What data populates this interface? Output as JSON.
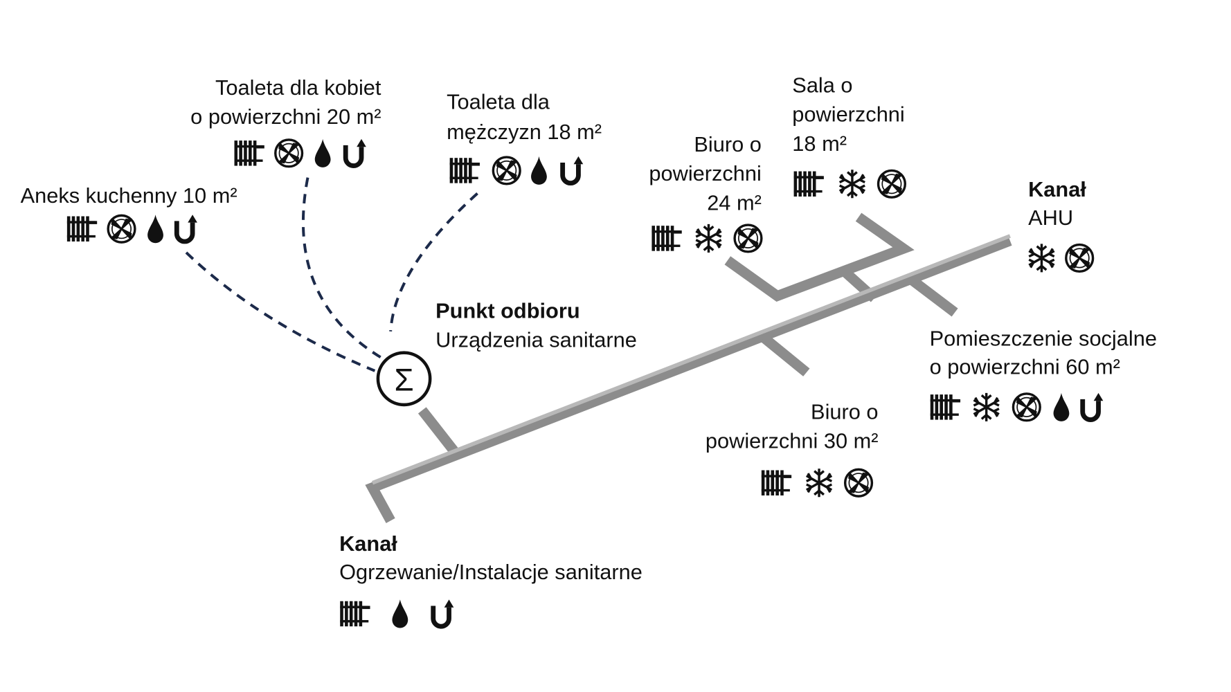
{
  "receiving_point": {
    "title": "Punkt odbioru",
    "subtitle": "Urządzenia sanitarne",
    "symbol": "Σ"
  },
  "channel_heating": {
    "title": "Kanał",
    "subtitle": "Ogrzewanie/Instalacje sanitarne",
    "icons": [
      "radiator-icon",
      "water-drop-icon",
      "siphon-icon"
    ]
  },
  "channel_ahu": {
    "title": "Kanał",
    "subtitle": "AHU",
    "icons": [
      "snowflake-icon",
      "fan-icon"
    ]
  },
  "rooms": [
    {
      "line1": "Aneks kuchenny 10 m²",
      "icons": [
        "radiator-icon",
        "fan-icon",
        "water-drop-icon",
        "siphon-icon"
      ]
    },
    {
      "line1": "Toaleta dla kobiet",
      "line2": "o powierzchni 20 m²",
      "icons": [
        "radiator-icon",
        "fan-icon",
        "water-drop-icon",
        "siphon-icon"
      ]
    },
    {
      "line1": "Toaleta dla",
      "line2": "mężczyzn 18 m²",
      "icons": [
        "radiator-icon",
        "fan-icon",
        "water-drop-icon",
        "siphon-icon"
      ]
    },
    {
      "line1": "Biuro o",
      "line2": "powierzchni",
      "line3": "24 m²",
      "icons": [
        "radiator-icon",
        "snowflake-icon",
        "fan-icon"
      ]
    },
    {
      "line1": "Sala o",
      "line2": "powierzchni",
      "line3": "18 m²",
      "icons": [
        "radiator-icon",
        "snowflake-icon",
        "fan-icon"
      ]
    },
    {
      "line1": "Pomieszczenie socjalne",
      "line2": "o powierzchni 60 m²",
      "icons": [
        "radiator-icon",
        "snowflake-icon",
        "fan-icon",
        "water-drop-icon",
        "siphon-icon"
      ]
    },
    {
      "line1": "Biuro o",
      "line2": "powierzchni 30 m²",
      "icons": [
        "radiator-icon",
        "snowflake-icon",
        "fan-icon"
      ]
    }
  ],
  "colors": {
    "dashed_line": "#1c2a4a",
    "pipe": "#8c8c8c",
    "text": "#111111"
  }
}
